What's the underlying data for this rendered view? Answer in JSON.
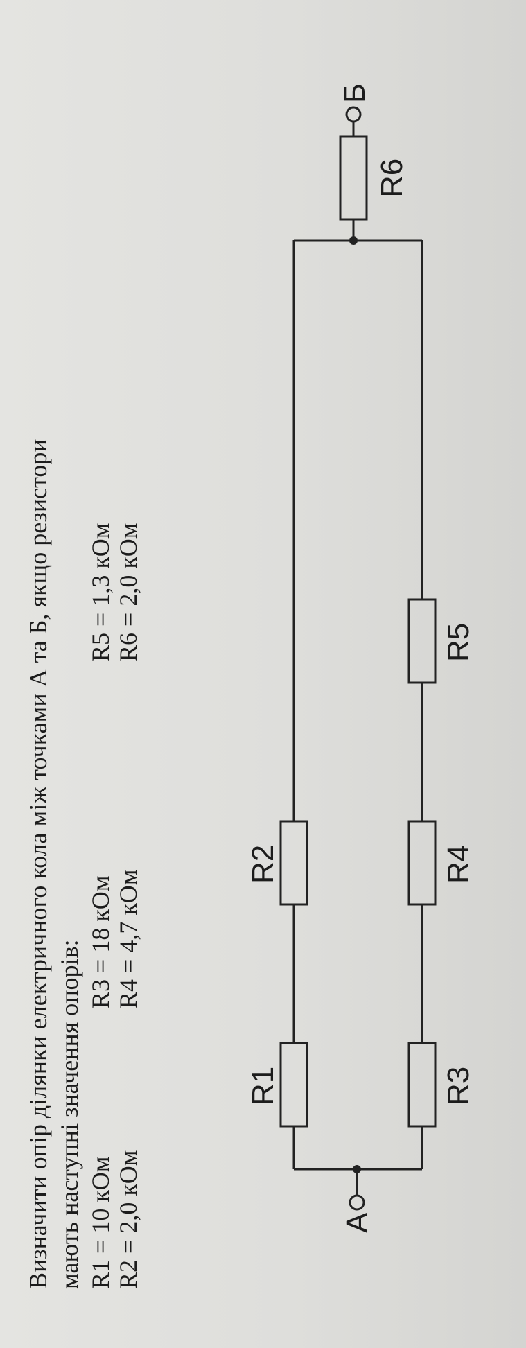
{
  "problem": {
    "line1": "Визначити опір ділянки електричного кола між точками А та Б, якщо резистори",
    "line2": "мають наступні значення опорів:"
  },
  "values": {
    "r1": "R1 = 10 кОм",
    "r2": "R2 = 2,0 кОм",
    "r3": "R3 = 18 кОм",
    "r4": "R4 = 4,7 кОм",
    "r5": "R5 = 1,3 кОм",
    "r6": "R6 = 2,0 кОм"
  },
  "circuit": {
    "terminal_a": "А",
    "terminal_b": "Б",
    "labels": {
      "r1": "R1",
      "r2": "R2",
      "r3": "R3",
      "r4": "R4",
      "r5": "R5",
      "r6": "R6"
    }
  }
}
